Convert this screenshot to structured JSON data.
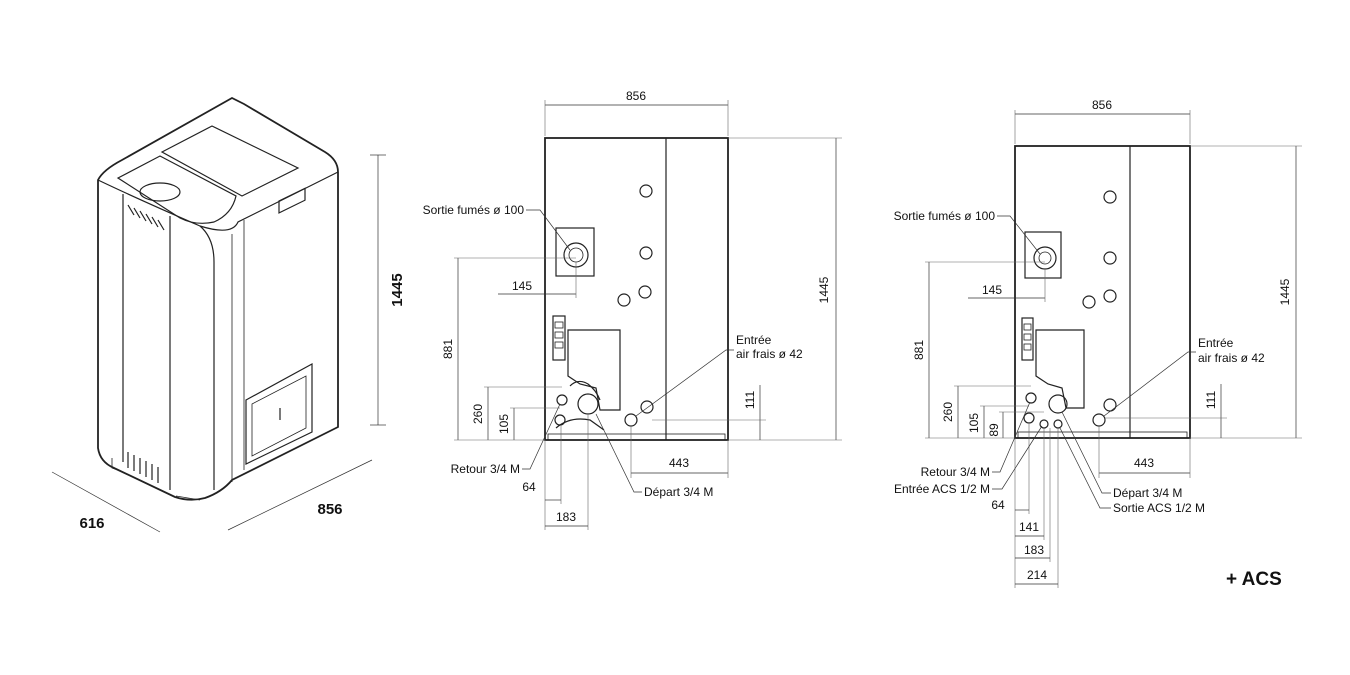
{
  "iso_view": {
    "height": "1445",
    "depth": "616",
    "width": "856"
  },
  "side_view_standard": {
    "width": "856",
    "height": "1445",
    "flue_height": "881",
    "flue_offset": "145",
    "return_height": "260",
    "return_low": "105",
    "air_height": "111",
    "air_offset": "443",
    "return_x": "64",
    "depart_x": "183",
    "labels": {
      "flue": "Sortie fumés ø 100",
      "air_line1": "Entrée",
      "air_line2": "air frais ø 42",
      "return": "Retour 3/4 M",
      "depart": "Départ 3/4 M"
    }
  },
  "side_view_acs": {
    "width": "856",
    "height": "1445",
    "flue_height": "881",
    "flue_offset": "145",
    "return_height": "260",
    "return_low": "105",
    "acs_height": "89",
    "air_height": "111",
    "air_offset": "443",
    "x_64": "64",
    "x_141": "141",
    "x_183": "183",
    "x_214": "214",
    "labels": {
      "flue": "Sortie fumés ø 100",
      "air_line1": "Entrée",
      "air_line2": "air frais ø 42",
      "return": "Retour 3/4 M",
      "acs_in": "Entrée ACS 1/2 M",
      "depart": "Départ 3/4 M",
      "acs_out": "Sortie ACS 1/2 M"
    },
    "badge": "+ ACS"
  }
}
